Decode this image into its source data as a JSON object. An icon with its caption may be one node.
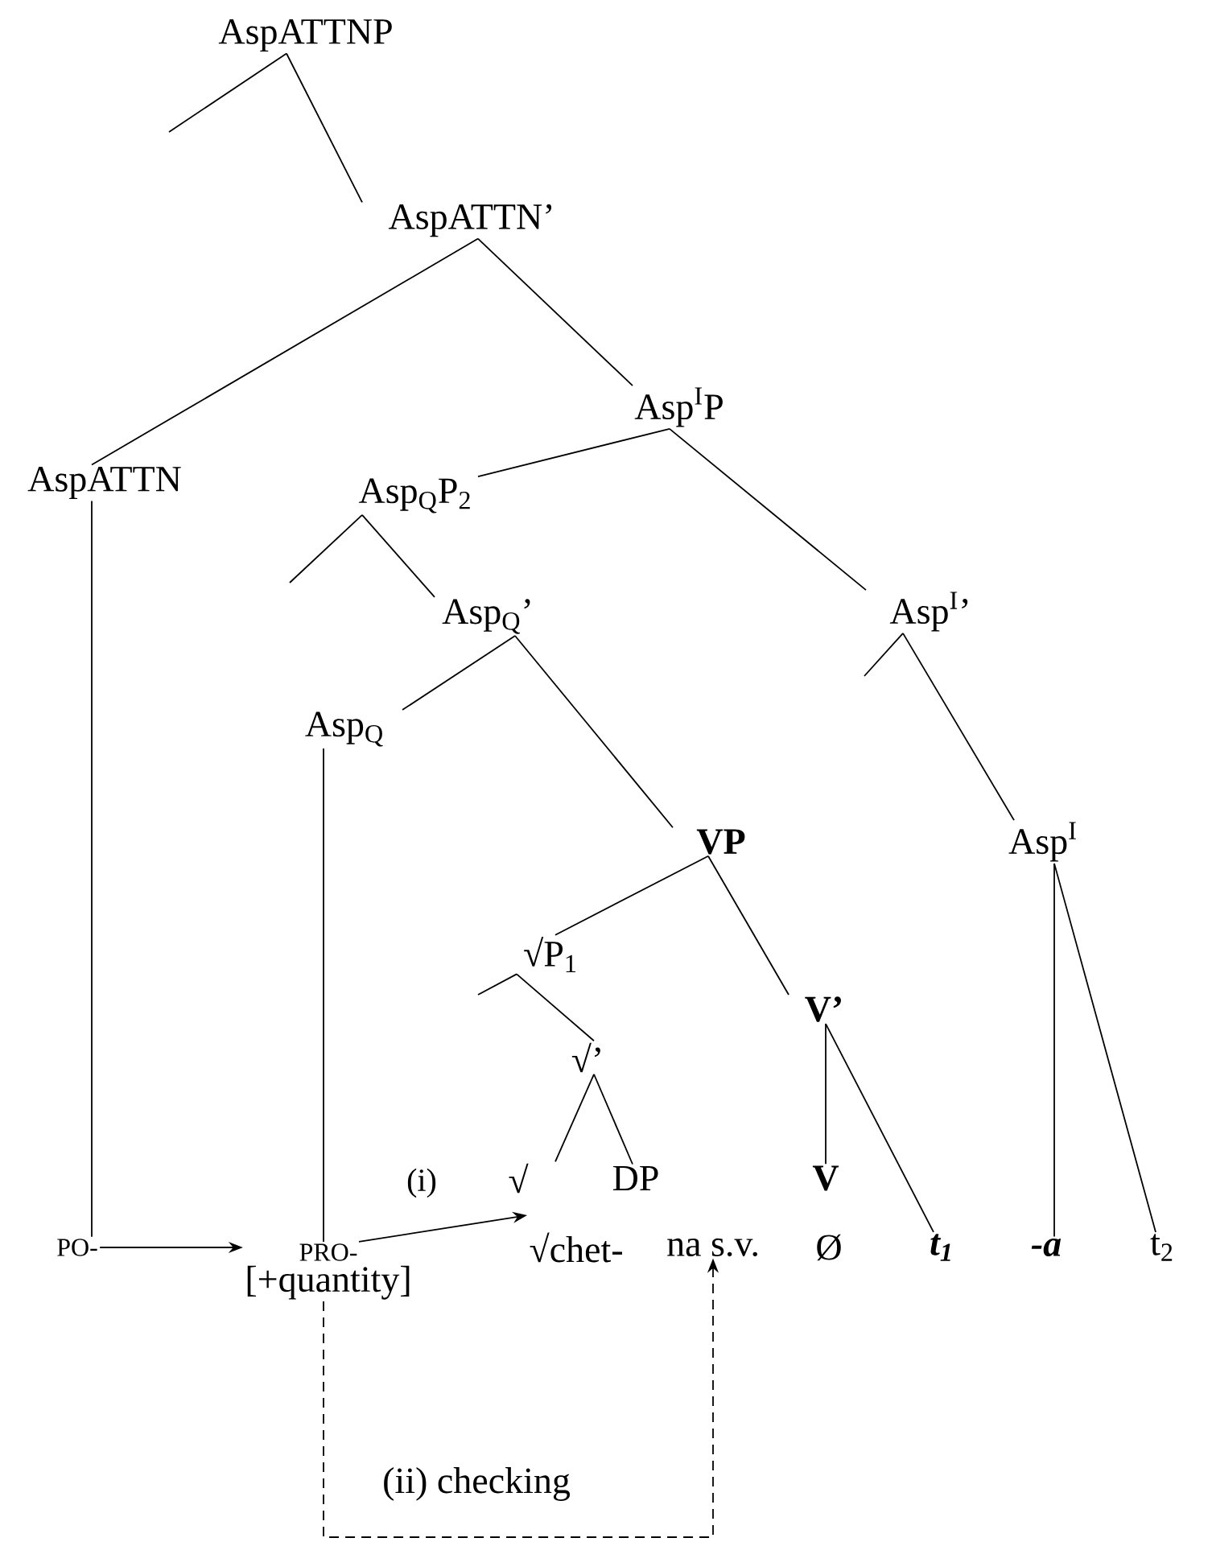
{
  "diagram": {
    "nodes": [
      {
        "text": [
          "AspATTNP"
        ]
      },
      {
        "text": [
          "AspATTN’"
        ]
      },
      {
        "text": [
          "AspATTN"
        ]
      },
      {
        "text": [
          "Asp$^{I}$P"
        ]
      },
      {
        "text": [
          "Asp$_{Q}$P$_{2}$"
        ]
      },
      {
        "text": [
          "Asp$^{I}$’"
        ]
      },
      {
        "text": [
          "Asp$_{Q}$’"
        ]
      },
      {
        "text": [
          "Asp$_{Q}$"
        ]
      },
      {
        "text": [
          "Asp$^{I}$"
        ]
      },
      {
        "text": [
          "VP"
        ]
      },
      {
        "text": [
          "√P$_{1}$"
        ]
      },
      {
        "text": [
          "V’"
        ]
      },
      {
        "text": [
          "√’"
        ]
      },
      {
        "text": [
          "√"
        ]
      },
      {
        "text": [
          "DP"
        ]
      },
      {
        "text": [
          "V"
        ]
      },
      {
        "text": [
          "PO-"
        ]
      },
      {
        "text": [
          "PRO-",
          "[+quantity]"
        ]
      },
      {
        "text": [
          "√chet-"
        ]
      },
      {
        "text": [
          "na s.v."
        ]
      },
      {
        "text": [
          "Ø"
        ]
      },
      {
        "text": [
          "t$_{1}$"
        ]
      },
      {
        "text": [
          "-a"
        ]
      },
      {
        "text": [
          "t$_{2}$"
        ]
      }
    ],
    "edges": [
      {
        "from": 0,
        "to": null,
        "arrow": "none"
      },
      {
        "from": 0,
        "to": 1,
        "arrow": "none"
      },
      {
        "from": 1,
        "to": 2,
        "arrow": "none"
      },
      {
        "from": 1,
        "to": 3,
        "arrow": "none"
      },
      {
        "from": 3,
        "to": 4,
        "arrow": "none"
      },
      {
        "from": 3,
        "to": 5,
        "arrow": "none"
      },
      {
        "from": 4,
        "to": null,
        "arrow": "none"
      },
      {
        "from": 4,
        "to": 6,
        "arrow": "none"
      },
      {
        "from": 6,
        "to": 7,
        "arrow": "none"
      },
      {
        "from": 6,
        "to": 9,
        "arrow": "none"
      },
      {
        "from": 5,
        "to": null,
        "arrow": "none"
      },
      {
        "from": 5,
        "to": 8,
        "arrow": "none"
      },
      {
        "from": 9,
        "to": 10,
        "arrow": "none"
      },
      {
        "from": 9,
        "to": 11,
        "arrow": "none"
      },
      {
        "from": 10,
        "to": null,
        "arrow": "none"
      },
      {
        "from": 10,
        "to": 12,
        "arrow": "none"
      },
      {
        "from": 12,
        "to": 13,
        "arrow": "none"
      },
      {
        "from": 12,
        "to": 14,
        "arrow": "none"
      },
      {
        "from": 11,
        "to": 15,
        "arrow": "none"
      },
      {
        "from": 11,
        "to": 21,
        "arrow": "none"
      },
      {
        "from": 8,
        "to": 22,
        "arrow": "none"
      },
      {
        "from": 8,
        "to": 23,
        "arrow": "none"
      },
      {
        "from": 7,
        "to": 17,
        "arrow": "none"
      },
      {
        "from": 2,
        "to": 16,
        "arrow": "none"
      },
      {
        "from": 16,
        "to": 17,
        "arrow": "to"
      },
      {
        "from": 17,
        "to": 18,
        "arrow": "to",
        "label": "(i)"
      },
      {
        "from": 17,
        "to": 19,
        "arrow": "to",
        "label": "(ii) checking",
        "style": "dashed"
      }
    ]
  }
}
